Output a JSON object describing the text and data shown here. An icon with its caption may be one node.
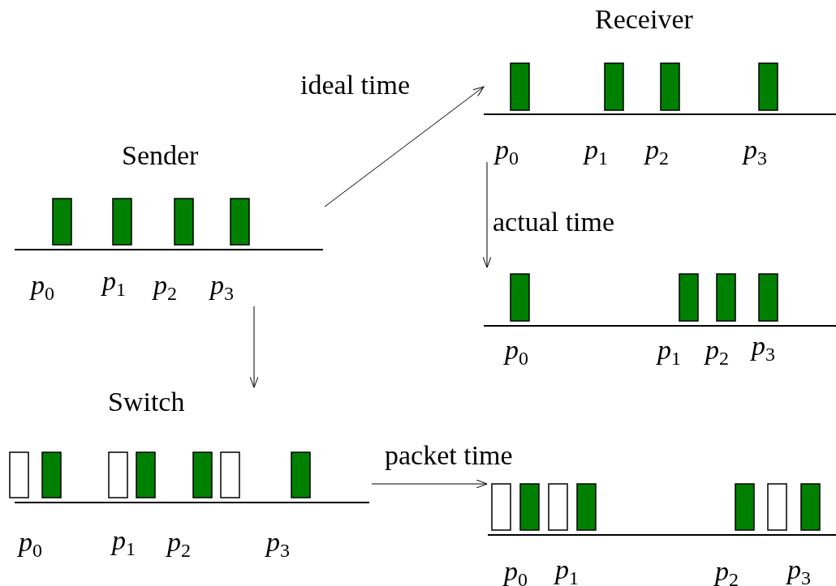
{
  "diagram": {
    "nodes": [
      {
        "text": [
          "Sender",
          "*p*$_{0}$",
          "*p*$_{1}$",
          "*p*$_{2}$",
          "*p*$_{3}$"
        ]
      },
      {
        "text": [
          "Receiver",
          "*p*$_{0}$",
          "*p*$_{1}$",
          "*p*$_{2}$",
          "*p*$_{3}$"
        ]
      },
      {
        "text": [
          "*p*$_{0}$",
          "*p*$_{1}$",
          "*p*$_{2}$",
          "*p*$_{3}$"
        ]
      },
      {
        "text": [
          "Switch",
          "*p*$_{0}$",
          "*p*$_{1}$",
          "*p*$_{2}$",
          "*p*$_{3}$"
        ]
      },
      {
        "text": [
          "*p*$_{0}$",
          "*p*$_{1}$",
          "*p*$_{2}$",
          "*p*$_{3}$"
        ]
      }
    ],
    "edges": [
      {
        "from": 0,
        "to": 1,
        "arrow": "to",
        "label": "ideal time"
      },
      {
        "from": 1,
        "to": 2,
        "arrow": "to",
        "label": "actual time"
      },
      {
        "from": 0,
        "to": 3,
        "arrow": "to"
      },
      {
        "from": 3,
        "to": 4,
        "arrow": "to",
        "label": "packet time"
      }
    ]
  }
}
